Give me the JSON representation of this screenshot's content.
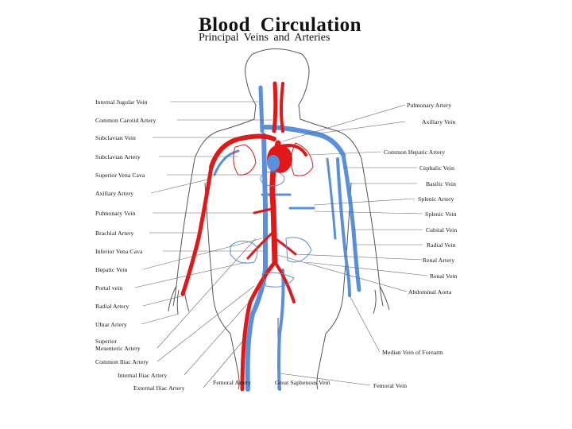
{
  "header": {
    "title": "Blood Circulation",
    "subtitle": "Principal Veins and Arteries"
  },
  "colors": {
    "artery": "#e01818",
    "vein": "#5a8fdc",
    "outline": "#555555"
  },
  "labels_left": [
    "Internal Jugular Vein",
    "Common Carotid Artery",
    "Subclavian Vein",
    "Subclavian Artery",
    "Superior Vena Cava",
    "Axillary Artery",
    "Pulmonary Vein",
    "Brachial Artery",
    "Inferior Vena Cava",
    "Hepatic Vein",
    "Portal vein",
    "Radial Artery",
    "Ulnar Artery",
    "Superior",
    "Mesenteric Artery",
    "Common Iliac Artery",
    "Internal Iliac Artery",
    "External Iliac Artery"
  ],
  "labels_right": [
    "Pulmonary Artery",
    "Axillary Vein",
    "Common Hepatic Artery",
    "Cephalic Vein",
    "Basilic Vein",
    "Splenic Artery",
    "Splenic Vein",
    "Cubital Vein",
    "Radial Vein",
    "Renal Artery",
    "Renal Vein",
    "Abdominal Aorta",
    "Median Vein of Forearm",
    "Femoral Vein"
  ],
  "labels_bottom": [
    "Femoral Artery",
    "Great Saphenous Vein"
  ]
}
